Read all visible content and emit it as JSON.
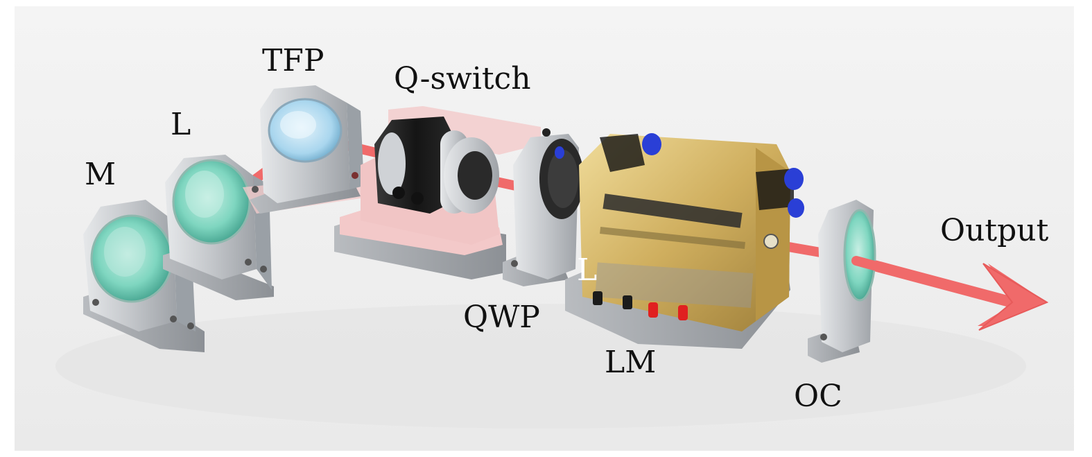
{
  "labels": {
    "mirror": "M",
    "lens_1": "L",
    "tfp": "TFP",
    "qswitch": "Q-switch",
    "qwp": "QWP",
    "lens_2": "L",
    "laser_module": "LM",
    "output_coupler": "OC",
    "output": "Output"
  },
  "colors": {
    "background": "#f2f2f2",
    "beam": "#f06a6a",
    "mount_metal": "#c9ccd0",
    "lens_glass": "#7fd6c0",
    "tfp_glass": "#a9d6ee",
    "qswitch_body": "#1c1c1c",
    "qswitch_base": "#f3c9c9",
    "laser_module_gold": "#cfae5e",
    "connector_blue": "#2a3fd6",
    "connector_red": "#e02020"
  }
}
